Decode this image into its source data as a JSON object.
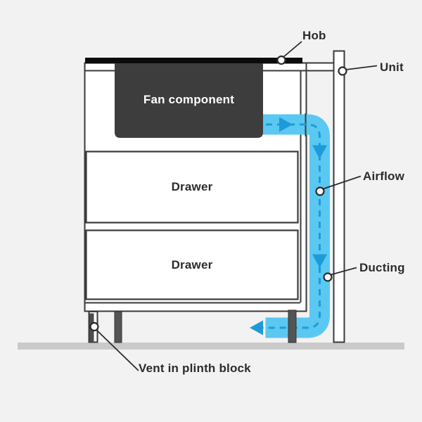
{
  "diagram": {
    "labels": {
      "hob": "Hob",
      "unit": "Unit",
      "airflow": "Airflow",
      "ducting": "Ducting",
      "vent_in_plinth": "Vent in plinth block",
      "fan_component": "Fan component",
      "drawer_top": "Drawer",
      "drawer_bottom": "Drawer"
    },
    "colors": {
      "background": "#f2f2f2",
      "floor": "#cacaca",
      "outline": "#3a3a3a",
      "label_text": "#2b2b2b",
      "hob": "#0c0c0c",
      "fan_box": "#3d3d3d",
      "fan_text": "#ffffff",
      "duct": "#5bc8f2",
      "airflow_arrow": "#1d9bd8",
      "leg": "#545454",
      "marker_fill": "#ffffff"
    }
  }
}
